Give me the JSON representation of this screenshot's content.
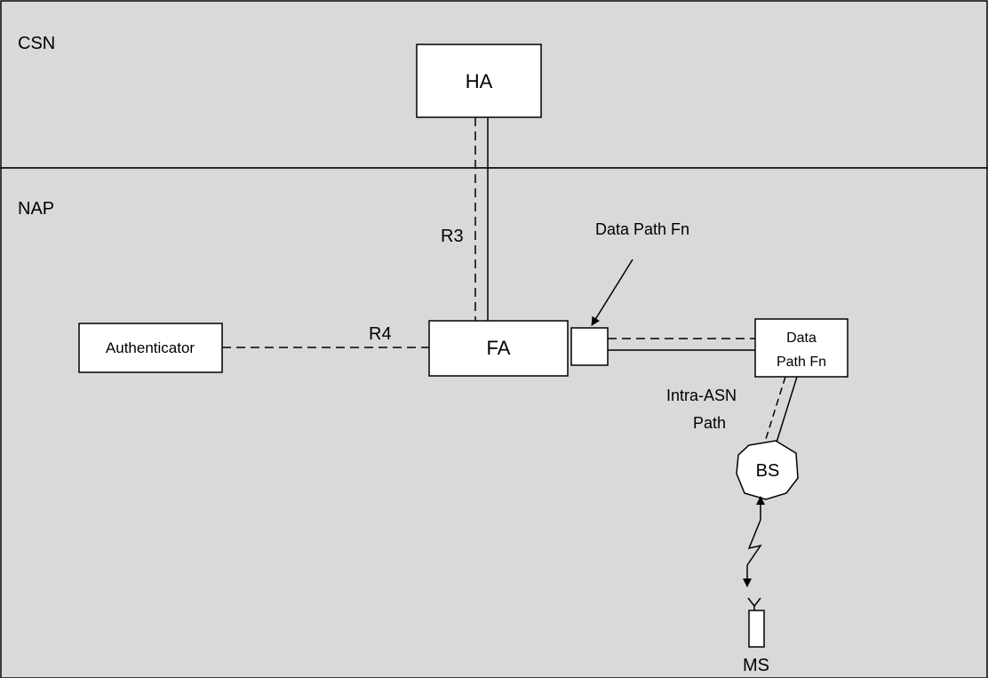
{
  "regions": {
    "csn": {
      "label": "CSN"
    },
    "nap": {
      "label": "NAP"
    }
  },
  "nodes": {
    "ha": {
      "label": "HA"
    },
    "fa": {
      "label": "FA"
    },
    "authenticator": {
      "label": "Authenticator"
    },
    "data_path_fn_remote": {
      "line1": "Data",
      "line2": "Path Fn"
    },
    "bs": {
      "label": "BS"
    },
    "ms": {
      "label": "MS"
    }
  },
  "callouts": {
    "data_path_fn": {
      "label": "Data Path Fn"
    }
  },
  "links": {
    "r3": {
      "label": "R3"
    },
    "r4": {
      "label": "R4"
    },
    "intra_asn": {
      "line1": "Intra-ASN",
      "line2": "Path"
    }
  },
  "colors": {
    "region_fill": "#d9d9d9",
    "node_fill": "#ffffff",
    "stroke": "#000000"
  }
}
